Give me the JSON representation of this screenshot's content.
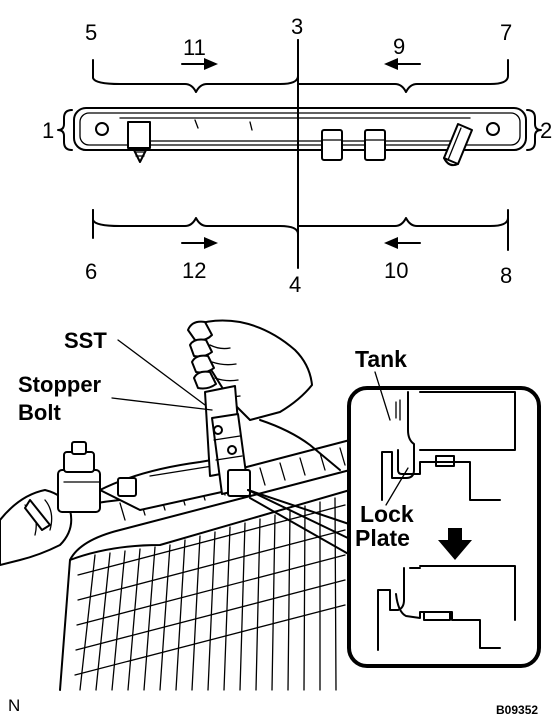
{
  "diagram": {
    "sequence_numbers": {
      "n1": "1",
      "n2": "2",
      "n3": "3",
      "n4": "4",
      "n5": "5",
      "n6": "6",
      "n7": "7",
      "n8": "8",
      "n9": "9",
      "n10": "10",
      "n11": "11",
      "n12": "12"
    },
    "labels": {
      "sst": "SST",
      "stopper_line1": "Stopper",
      "stopper_line2": "Bolt",
      "tank": "Tank",
      "lock_line1": "Lock",
      "lock_line2": "Plate"
    },
    "corner_mark": "N",
    "figure_code": "B09352"
  }
}
